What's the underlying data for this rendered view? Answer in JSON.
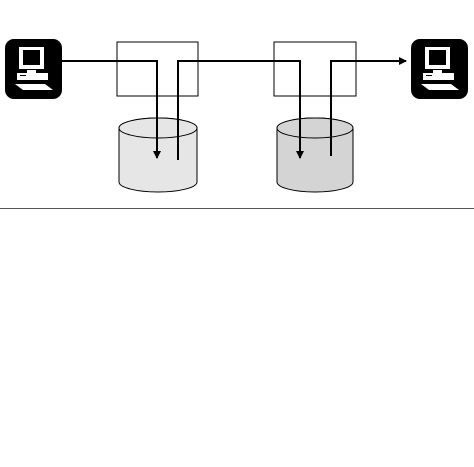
{
  "diagram": {
    "nodes": [
      {
        "id": "source-computer",
        "icon": "desktop-computer-icon"
      },
      {
        "id": "process-box-1",
        "shape": "box"
      },
      {
        "id": "database-1",
        "shape": "cylinder"
      },
      {
        "id": "process-box-2",
        "shape": "box"
      },
      {
        "id": "database-2",
        "shape": "cylinder"
      },
      {
        "id": "target-computer",
        "icon": "desktop-computer-icon"
      }
    ],
    "edges": [
      {
        "from": "source-computer",
        "to": "database-1"
      },
      {
        "from": "database-1",
        "to": "database-2"
      },
      {
        "from": "database-2",
        "to": "target-computer"
      }
    ]
  },
  "colors": {
    "line": "#000000",
    "icon_bg": "#000000",
    "icon_fg": "#ffffff",
    "db1_fill": "#e6e6e6",
    "db2_fill": "#d4d4d4",
    "divider": "#555555"
  }
}
